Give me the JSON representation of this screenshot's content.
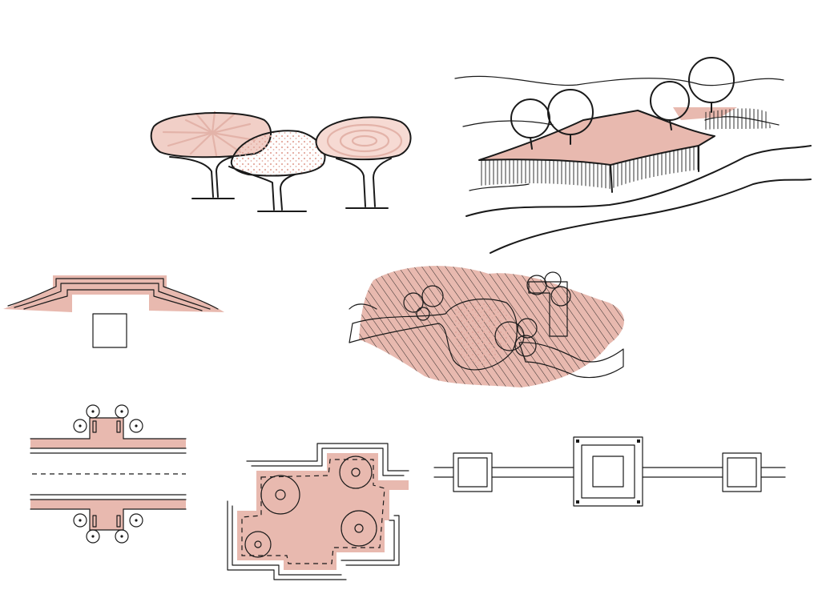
{
  "palette": {
    "accent_fill": "#e8b9af",
    "accent_dark": "#d9a095",
    "ink": "#1a1a1a",
    "paper": "#ffffff"
  },
  "sketches": [
    "canopy-trio-elevation",
    "raised-platform-perspective",
    "stepped-terrace-section",
    "woodland-path-plan",
    "road-crossing-plan",
    "cruciform-grove-plan",
    "linear-pavilion-plan"
  ]
}
